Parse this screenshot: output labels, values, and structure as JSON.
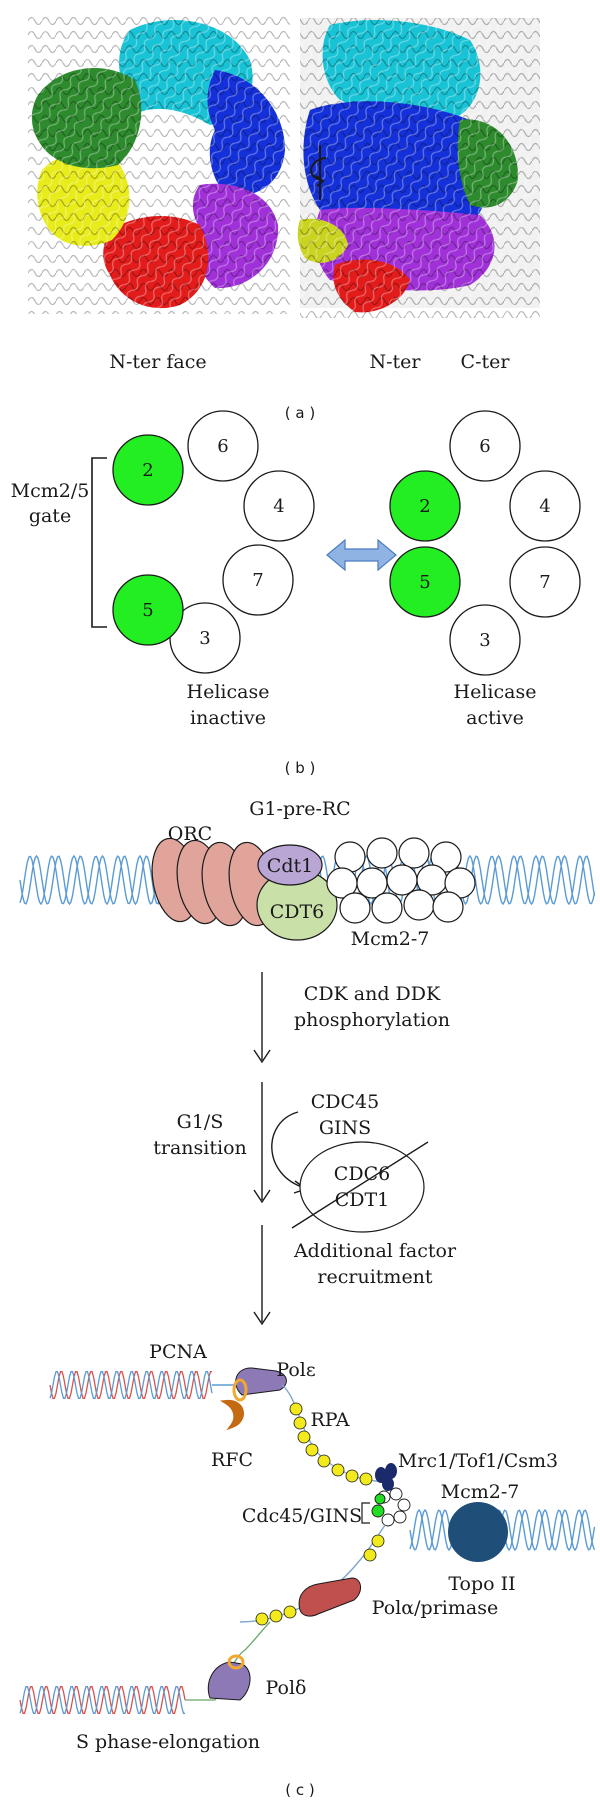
{
  "panel_a": {
    "left_caption": "N-ter face",
    "right_caption_n": "N-ter",
    "right_caption_c": "C-ter",
    "panel_label": "( a )",
    "subunit_colors": [
      "#19c3d6",
      "#1430d8",
      "#a030d8",
      "#e21b1b",
      "#e8ec1a",
      "#2d8a2d"
    ]
  },
  "panel_b": {
    "gate_label_line1": "Mcm2/5",
    "gate_label_line2": "gate",
    "inactive": {
      "line1": "Helicase",
      "line2": "inactive",
      "subunits": [
        "2",
        "6",
        "4",
        "7",
        "3",
        "5"
      ]
    },
    "active": {
      "line1": "Helicase",
      "line2": "active",
      "subunits": [
        "6",
        "4",
        "7",
        "3",
        "5",
        "2"
      ]
    },
    "green_subunits": [
      "2",
      "5"
    ],
    "green_color": "#22ee22",
    "panel_label": "( b )"
  },
  "panel_c": {
    "title": "G1-pre-RC",
    "orc": "ORC",
    "cdt1": "Cdt1",
    "cdt6": "CDT6",
    "mcm": "Mcm2-7",
    "step1_line1": "CDK and DDK",
    "step1_line2": "phosphorylation",
    "transition_line1": "G1/S",
    "transition_line2": "transition",
    "recruit_line1": "CDC45",
    "recruit_line2": "GINS",
    "removed_line1": "CDC6",
    "removed_line2": "CDT1",
    "additional_line1": "Additional factor",
    "additional_line2": "recruitment",
    "pcna": "PCNA",
    "pol_e": "Polε",
    "rpa": "RPA",
    "rfc": "RFC",
    "mrc": "Mrc1/Tof1/Csm3",
    "mcm2": "Mcm2-7",
    "cdc45gins": "Cdc45/GINS",
    "topo": "Topo II",
    "pol_a": "Polα/primase",
    "pol_d": "Polδ",
    "elongation": "S phase-elongation",
    "panel_label": "( c )",
    "colors": {
      "dna_blue": "#5b9bd5",
      "dna_red": "#d9534f",
      "orc": "#e0a49b",
      "cdt1": "#b9a6d4",
      "cdt6": "#c9e0a8",
      "pol": "#8d79b6",
      "rpa": "#f2ea1c",
      "rfc": "#c46a12",
      "mrc": "#1b2a6b",
      "topo": "#1f4e79",
      "pola": "#c0504d"
    }
  }
}
